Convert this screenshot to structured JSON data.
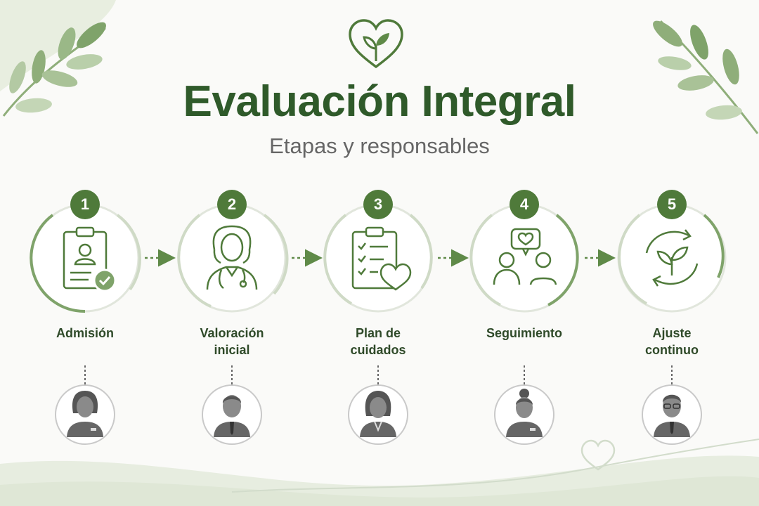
{
  "header": {
    "title": "Evaluación Integral",
    "subtitle": "Etapas y responsables",
    "logo_icon": "heart-sprout-icon"
  },
  "colors": {
    "primary": "#4f7a3a",
    "title": "#2f5a2a",
    "leaf": "#8fae7a",
    "person": "#777777"
  },
  "steps": [
    {
      "number": "1",
      "label_lines": [
        "Admisión",
        ""
      ],
      "icon": "clipboard-check-icon",
      "responsible_icon": "receptionist-avatar-icon"
    },
    {
      "number": "2",
      "label_lines": [
        "Valoración",
        "inicial"
      ],
      "icon": "doctor-stethoscope-icon",
      "responsible_icon": "manager-avatar-icon"
    },
    {
      "number": "3",
      "label_lines": [
        "Plan de",
        "cuidados"
      ],
      "icon": "checklist-heart-icon",
      "responsible_icon": "nurse-avatar-icon"
    },
    {
      "number": "4",
      "label_lines": [
        "Seguimiento",
        ""
      ],
      "icon": "conversation-heart-icon",
      "responsible_icon": "caregiver-avatar-icon"
    },
    {
      "number": "5",
      "label_lines": [
        "Ajuste",
        "continuo"
      ],
      "icon": "cycle-sprout-icon",
      "responsible_icon": "supervisor-avatar-icon"
    }
  ]
}
